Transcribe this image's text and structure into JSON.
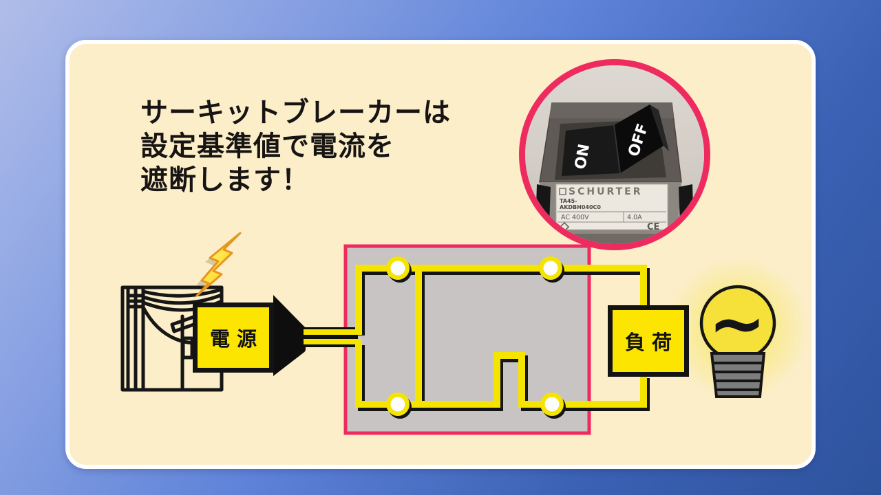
{
  "title": {
    "lines": [
      "サーキットブレーカーは",
      "設定基準値で電流を",
      "遮断します！"
    ]
  },
  "breaker_photo": {
    "on_label": "ON",
    "off_label": "OFF",
    "brand": "SCHURTER",
    "model_line1": "TA45-",
    "model_line2": "AKDBH040C0",
    "voltage_rating": "AC 400V",
    "current_rating": "4.0A",
    "ce_mark": "CE"
  },
  "diagram": {
    "source_label": "電源",
    "load_label": "負荷",
    "bulb_symbol": "~"
  },
  "colors": {
    "background_blue_light": "#b0bde9",
    "background_blue_dark": "#2e539d",
    "panel_cream": "#fbeec8",
    "accent_pink": "#ee2b5e",
    "wire_yellow": "#f5e400",
    "box_yellow": "#fce500",
    "bulb_yellow": "#f6e13a",
    "breaker_box_gray": "#c8c4c3",
    "ink_black": "#131313"
  }
}
